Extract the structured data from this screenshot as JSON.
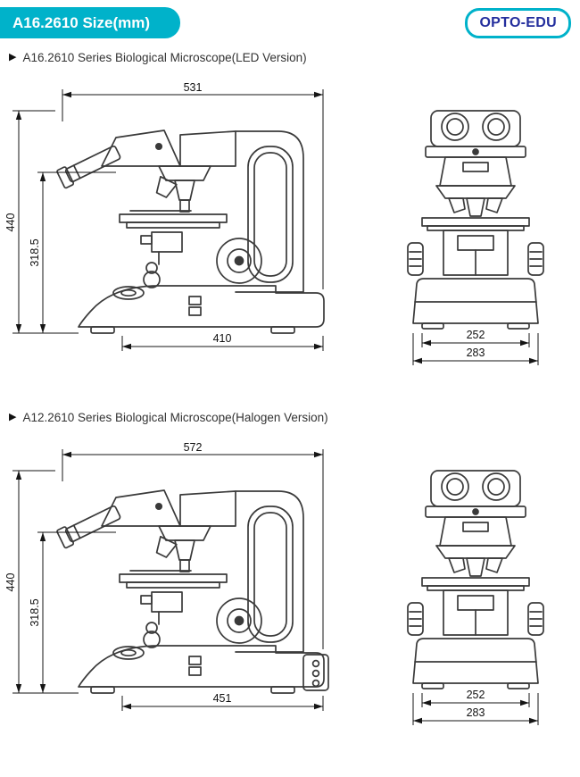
{
  "marker": "▶",
  "header": {
    "title": "A16.2610 Size(mm)",
    "logo": "OPTO-EDU"
  },
  "colors": {
    "accent": "#00b2ca",
    "logo_text": "#232e9d",
    "line_art": "#3a3a3a"
  },
  "sections": [
    {
      "heading": "A16.2610 Series Biological Microscope(LED Version)",
      "dims": {
        "top_width": "531",
        "total_height": "440",
        "working_height": "318.5",
        "base_depth": "410",
        "front_width": "252",
        "front_base_width": "283"
      }
    },
    {
      "heading": "A12.2610 Series Biological Microscope(Halogen Version)",
      "dims": {
        "top_width": "572",
        "total_height": "440",
        "working_height": "318.5",
        "base_depth": "451",
        "front_width": "252",
        "front_base_width": "283"
      }
    }
  ]
}
